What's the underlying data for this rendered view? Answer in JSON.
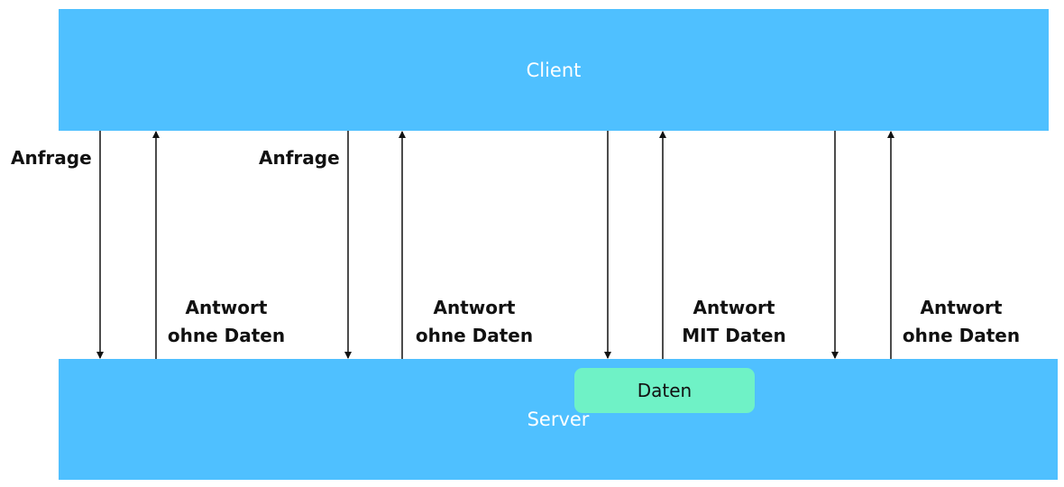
{
  "client": {
    "label": "Client",
    "color": "#4fc0ff"
  },
  "server": {
    "label": "Server",
    "color": "#4fc0ff"
  },
  "data_box": {
    "label": "Daten",
    "color": "#6ff2c6"
  },
  "requests": [
    "Anfrage",
    "Anfrage"
  ],
  "responses": [
    {
      "line1": "Antwort",
      "line2": "ohne Daten"
    },
    {
      "line1": "Antwort",
      "line2": "ohne Daten"
    },
    {
      "line1": "Antwort",
      "line2": "MIT Daten"
    },
    {
      "line1": "Antwort",
      "line2": "ohne Daten"
    }
  ]
}
